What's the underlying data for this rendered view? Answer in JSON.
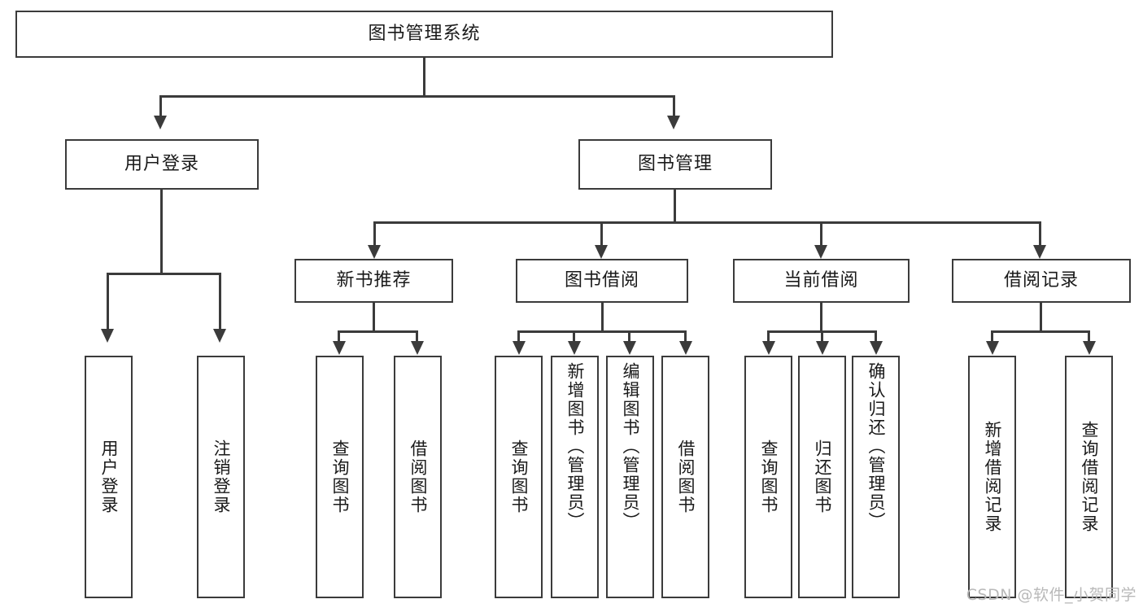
{
  "diagram": {
    "title": "图书管理系统",
    "watermark": "CSDN @软件_小贺同学",
    "line_color": "#3b3b3b",
    "box_fill": "#ffffff",
    "root": {
      "label": "图书管理系统"
    },
    "level2": [
      {
        "label": "用户登录"
      },
      {
        "label": "图书管理"
      }
    ],
    "level3": [
      {
        "label": "新书推荐"
      },
      {
        "label": "图书借阅"
      },
      {
        "label": "当前借阅"
      },
      {
        "label": "借阅记录"
      }
    ],
    "leaves": {
      "user_login": [
        {
          "label": "用户登录"
        },
        {
          "label": "注销登录"
        }
      ],
      "new_book": [
        {
          "label": "查询图书"
        },
        {
          "label": "借阅图书"
        }
      ],
      "book_borrow": [
        {
          "label": "查询图书"
        },
        {
          "label": "新增图书（管理员）"
        },
        {
          "label": "编辑图书（管理员）"
        },
        {
          "label": "借阅图书"
        }
      ],
      "current_borrow": [
        {
          "label": "查询图书"
        },
        {
          "label": "归还图书"
        },
        {
          "label": "确认归还（管理员）"
        }
      ],
      "borrow_record": [
        {
          "label": "新增借阅记录"
        },
        {
          "label": "查询借阅记录"
        }
      ]
    }
  }
}
